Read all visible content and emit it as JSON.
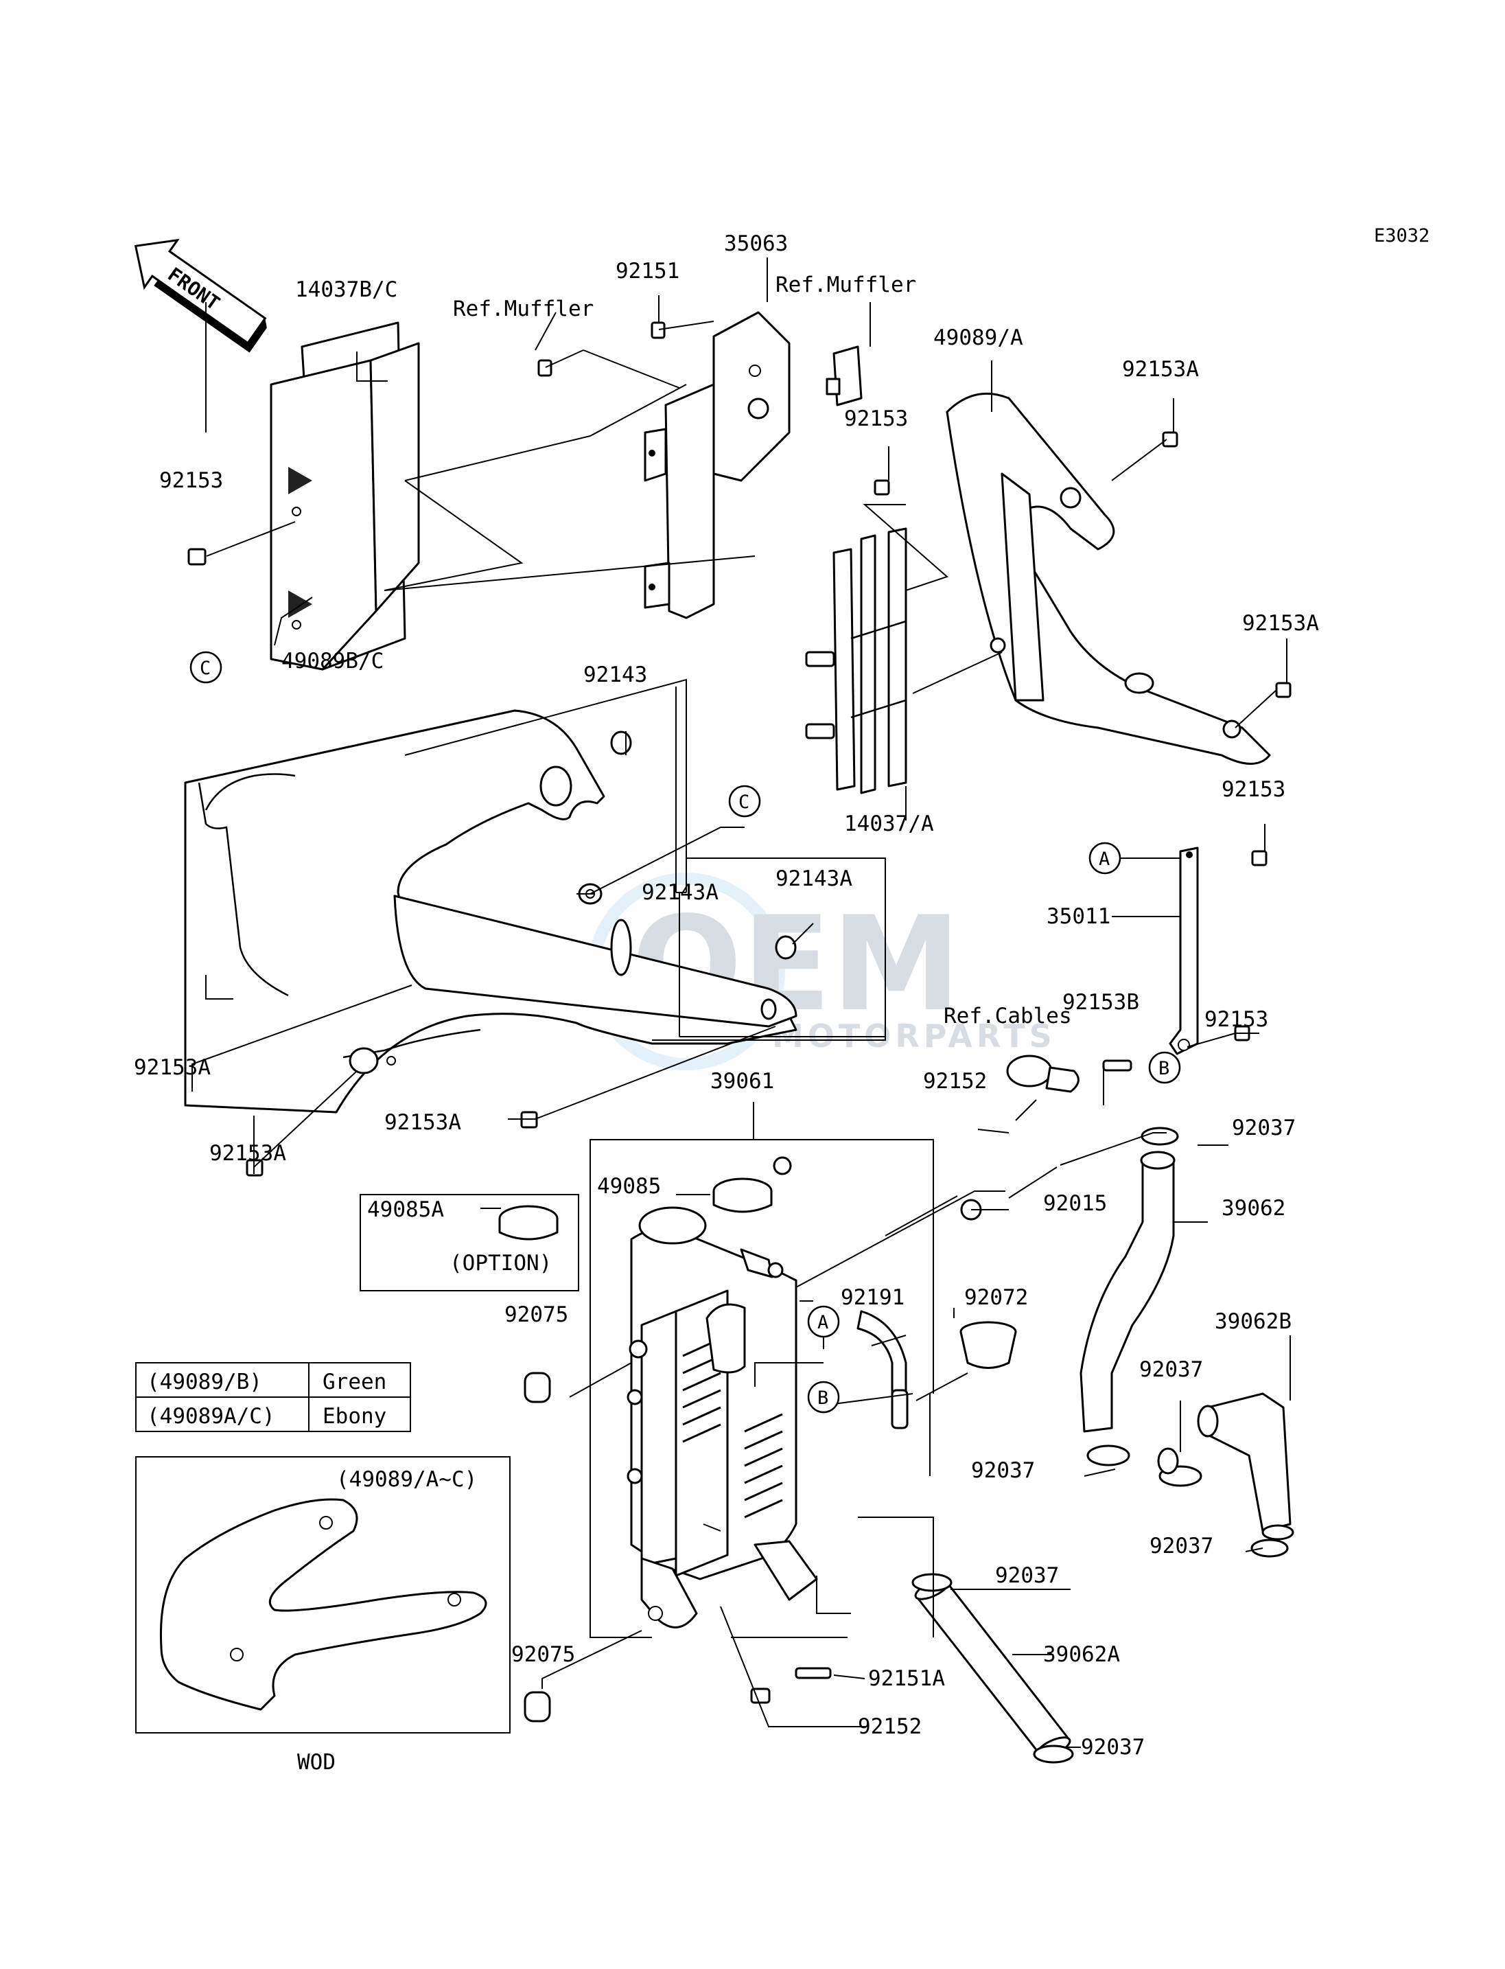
{
  "diagram_code": "E3032",
  "front_arrow": "FRONT",
  "watermark": {
    "brand": "OEM",
    "sub": "MOTORPARTS"
  },
  "labels": {
    "l_14037bc": "14037B/C",
    "l_ref_muffler_1": "Ref.Muffler",
    "l_92151_top": "92151",
    "l_35063": "35063",
    "l_ref_muffler_2": "Ref.Muffler",
    "l_49089a": "49089/A",
    "l_92153a_top": "92153A",
    "l_92153_left": "92153",
    "l_92153_mid": "92153",
    "l_92153a_right": "92153A",
    "l_49089bc": "49089B/C",
    "l_92143": "92143",
    "l_14037a": "14037/A",
    "l_92153_r1": "92153",
    "l_92143a_1": "92143A",
    "l_92143a_2": "92143A",
    "l_35011": "35011",
    "l_92153b": "92153B",
    "l_92153_r2": "92153",
    "l_ref_cables": "Ref.Cables",
    "l_92153a_l1": "92153A",
    "l_92153a_l2": "92153A",
    "l_92153a_bot": "92153A",
    "l_39061": "39061",
    "l_92152_top": "92152",
    "l_92037_1": "92037",
    "l_49085": "49085",
    "l_92015": "92015",
    "l_39062": "39062",
    "l_49085a": "49085A",
    "l_option": "(OPTION)",
    "l_92191": "92191",
    "l_92072": "92072",
    "l_92075_top": "92075",
    "l_39062b": "39062B",
    "l_92037_2": "92037",
    "l_92037_3": "92037",
    "l_92037_4": "92037",
    "l_92037_5": "92037",
    "l_39062a": "39062A",
    "l_92075_bot": "92075",
    "l_92151a": "92151A",
    "l_92152_bot": "92152",
    "l_92037_6": "92037",
    "l_inset_range": "(49089/A~C)",
    "l_wod": "WOD"
  },
  "callouts": {
    "a": "A",
    "b": "B",
    "c": "C"
  },
  "color_table": [
    {
      "part": "(49089/B)",
      "color": "Green"
    },
    {
      "part": "(49089A/C)",
      "color": "Ebony"
    }
  ]
}
